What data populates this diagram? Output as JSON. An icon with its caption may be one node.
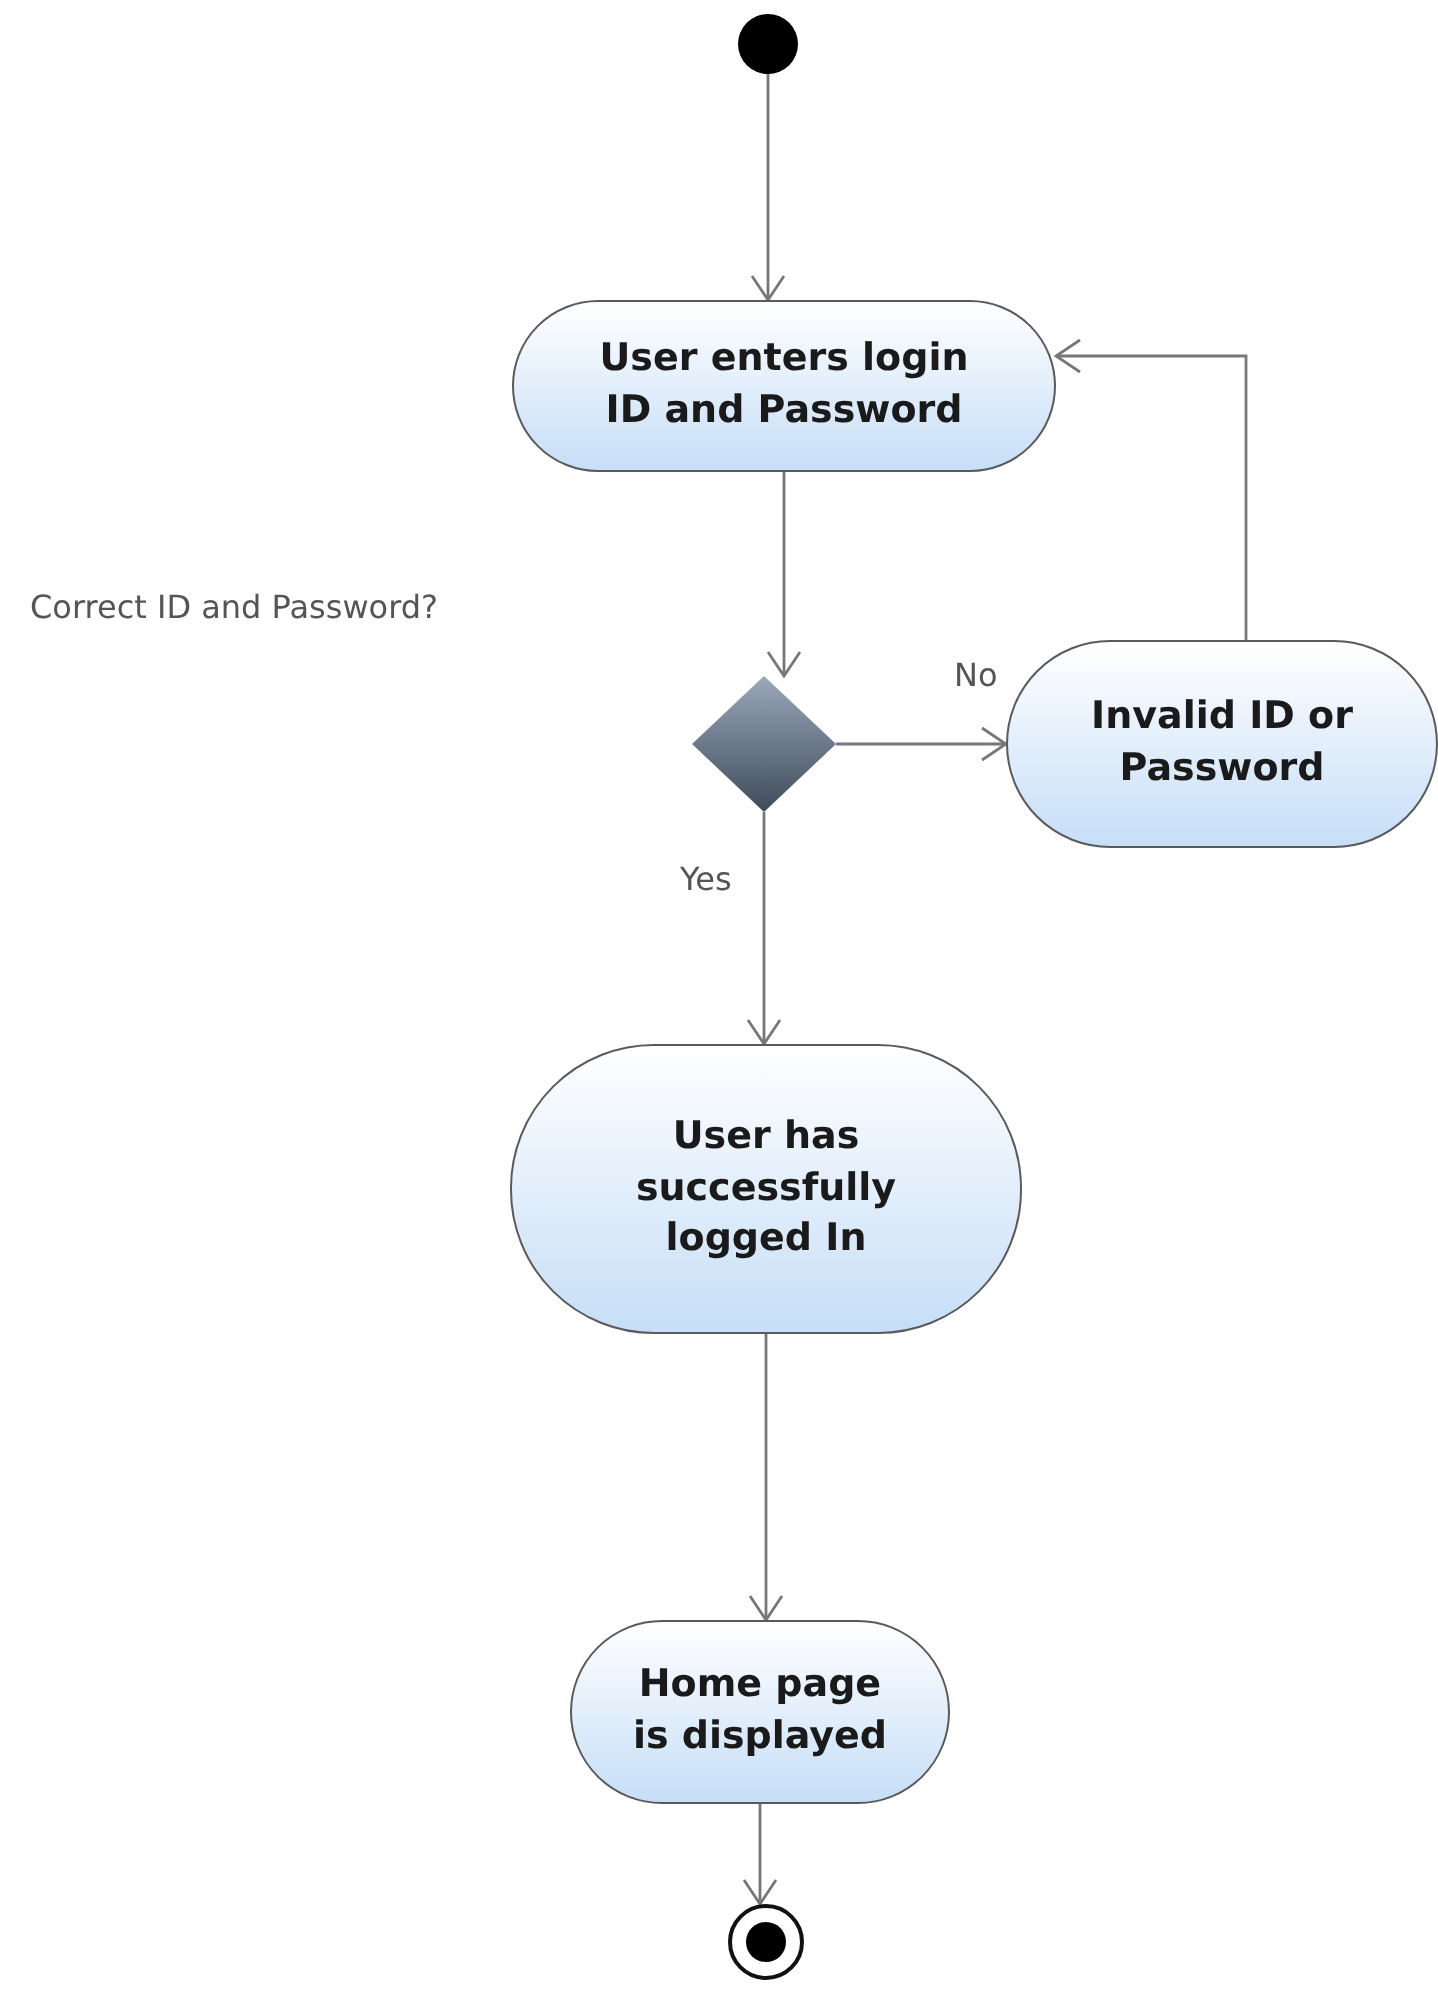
{
  "diagram": {
    "nodes": [
      {
        "text": [],
        "shape": "circle"
      },
      {
        "text": [
          "User enters login ID and Password"
        ]
      },
      {
        "text": [],
        "shape": "diamond"
      },
      {
        "text": [
          "Invalid ID or Password"
        ]
      },
      {
        "text": [
          "User has successfully logged In"
        ]
      },
      {
        "text": [
          "Home page is displayed"
        ]
      },
      {
        "text": [],
        "shape": "circle"
      }
    ],
    "edges": [
      {
        "from": 0,
        "to": 1,
        "arrow": "to"
      },
      {
        "from": 1,
        "to": 2,
        "arrow": "to"
      },
      {
        "from": 2,
        "to": 3,
        "arrow": "to",
        "label": "No"
      },
      {
        "from": 2,
        "to": 4,
        "arrow": "to",
        "label": "Yes"
      },
      {
        "from": 3,
        "to": 1,
        "arrow": "to"
      },
      {
        "from": 4,
        "to": 5,
        "arrow": "to"
      },
      {
        "from": 5,
        "to": 6,
        "arrow": "to"
      }
    ],
    "labels": [
      "Correct ID and Password?"
    ]
  }
}
